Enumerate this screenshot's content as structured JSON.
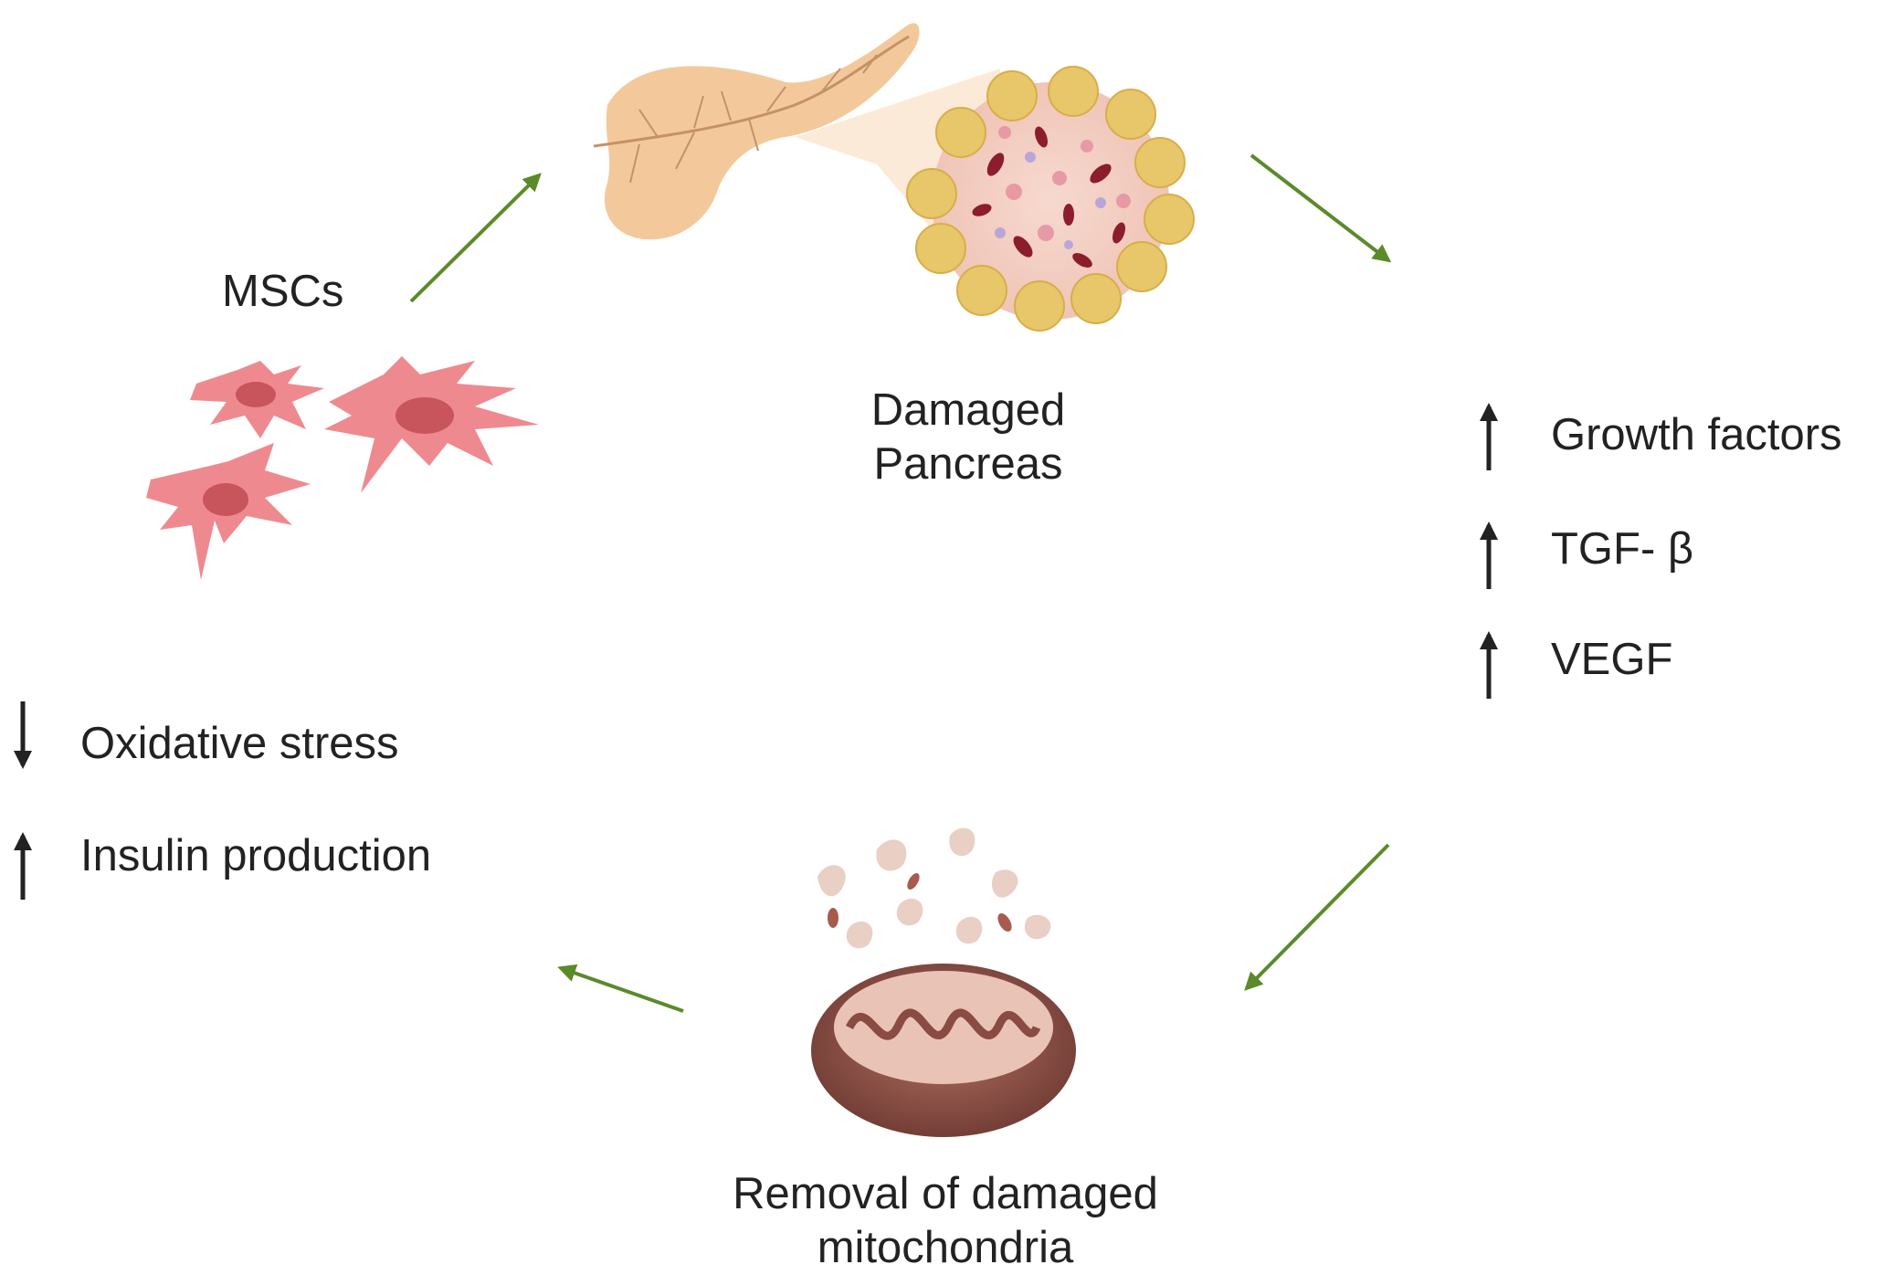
{
  "labels": {
    "mscs": "MSCs",
    "pancreas_line1": "Damaged",
    "pancreas_line2": "Pancreas",
    "growth_factors": "Growth factors",
    "tgf_beta": "TGF- β",
    "vegf": "VEGF",
    "oxidative_stress": "Oxidative stress",
    "insulin_production": "Insulin production",
    "removal_line1": "Removal of damaged",
    "removal_line2": "mitochondria"
  },
  "effects": {
    "growth_factors": "up",
    "tgf_beta": "up",
    "vegf": "up",
    "oxidative_stress": "down",
    "insulin_production": "up"
  },
  "colors": {
    "cycle_arrow": "#5b8a2b",
    "effect_arrow": "#222222",
    "cell_fill": "#ee8a8f",
    "cell_nucleus": "#c8545c",
    "pancreas": "#f3c99b",
    "islet_cell": "#e8c66a",
    "mito_outer": "#8a4b42",
    "mito_inner": "#e9c4b6"
  },
  "icons": [
    "msc-cell-icon",
    "pancreas-icon",
    "islet-icon",
    "mitochondrion-icon"
  ]
}
